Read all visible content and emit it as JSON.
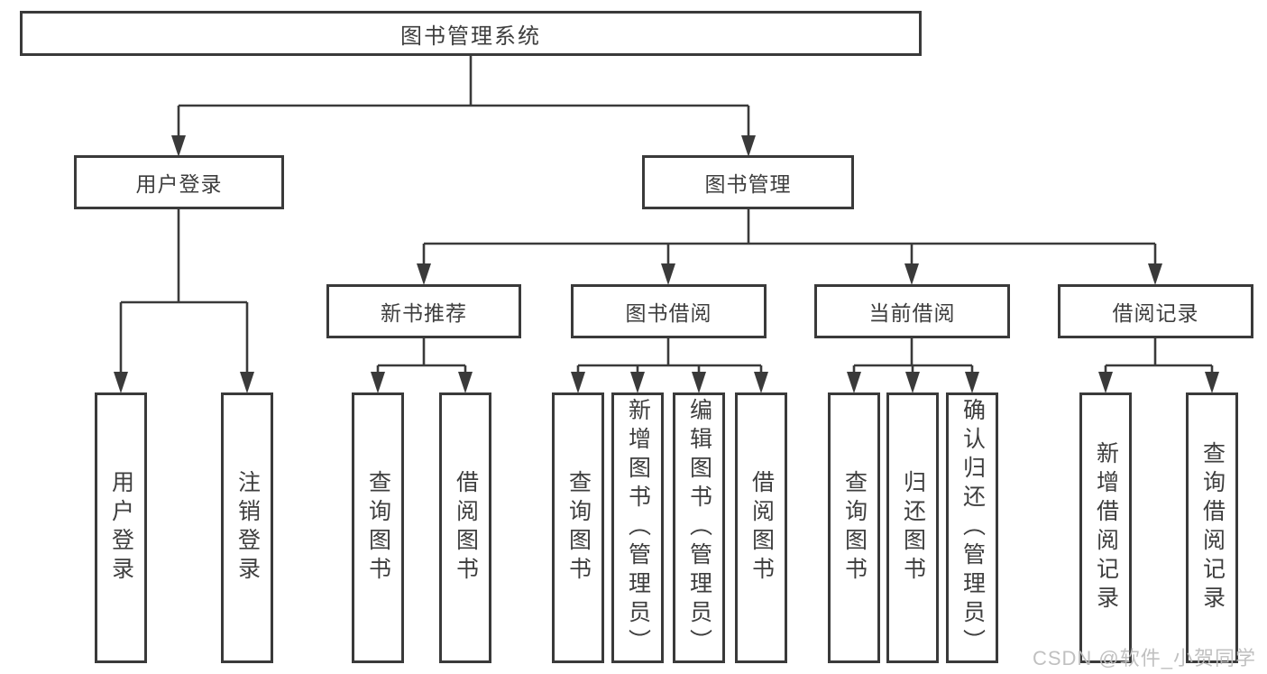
{
  "tree": {
    "root": {
      "label": "图书管理系统"
    },
    "branches": [
      {
        "label": "用户登录",
        "children": [
          {
            "label": "用户登录"
          },
          {
            "label": "注销登录"
          }
        ]
      },
      {
        "label": "图书管理",
        "groups": [
          {
            "label": "新书推荐",
            "children": [
              {
                "label": "查询图书"
              },
              {
                "label": "借阅图书"
              }
            ]
          },
          {
            "label": "图书借阅",
            "children": [
              {
                "label": "查询图书"
              },
              {
                "label": "新增图书（管理员）"
              },
              {
                "label": "编辑图书（管理员）"
              },
              {
                "label": "借阅图书"
              }
            ]
          },
          {
            "label": "当前借阅",
            "children": [
              {
                "label": "查询图书"
              },
              {
                "label": "归还图书"
              },
              {
                "label": "确认归还（管理员）"
              }
            ]
          },
          {
            "label": "借阅记录",
            "children": [
              {
                "label": "新增借阅记录"
              },
              {
                "label": "查询借阅记录"
              }
            ]
          }
        ]
      }
    ]
  },
  "watermark": {
    "text": "CSDN @软件_小贺同学"
  },
  "colors": {
    "line": "#3a3a3a",
    "text": "#3e3e3e",
    "watermark": "#bdbdbd",
    "background": "#ffffff"
  }
}
